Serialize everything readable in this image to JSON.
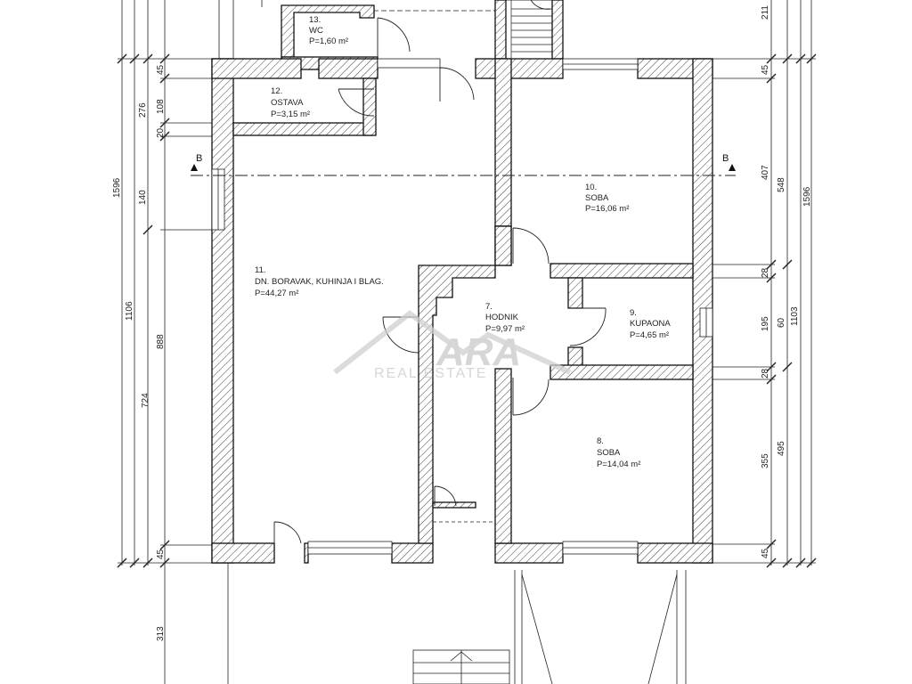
{
  "rooms": [
    {
      "number": "13.",
      "name": "WC",
      "area": "P=1,60 m²"
    },
    {
      "number": "12.",
      "name": "OSTAVA",
      "area": "P=3,15 m²"
    },
    {
      "number": "10.",
      "name": "SOBA",
      "area": "P=16,06 m²"
    },
    {
      "number": "11.",
      "name": "DN. BORAVAK, KUHINJA I BLAG.",
      "area": "P=44,27 m²"
    },
    {
      "number": "7.",
      "name": "HODNIK",
      "area": "P=9,97 m²"
    },
    {
      "number": "9.",
      "name": "KUPAONA",
      "area": "P=4,65 m²"
    },
    {
      "number": "8.",
      "name": "SOBA",
      "area": "P=14,04 m²"
    }
  ],
  "section_marker": "B",
  "dimensions": {
    "left_outer": [
      "1596"
    ],
    "left_mid": [
      "1106",
      "313"
    ],
    "left_inner": [
      "276",
      "140",
      "888"
    ],
    "left_innermost": [
      "45",
      "108",
      "20",
      "724",
      "45"
    ],
    "right_inner": [
      "211",
      "45",
      "407",
      "28",
      "195",
      "28",
      "355",
      "45"
    ],
    "right_mid": [
      "548",
      "60",
      "495"
    ],
    "right_mid2": [
      "1103"
    ],
    "right_outer": [
      "1596"
    ]
  },
  "watermark": {
    "brand": "ARA",
    "tagline": "REAL ESTATE"
  }
}
